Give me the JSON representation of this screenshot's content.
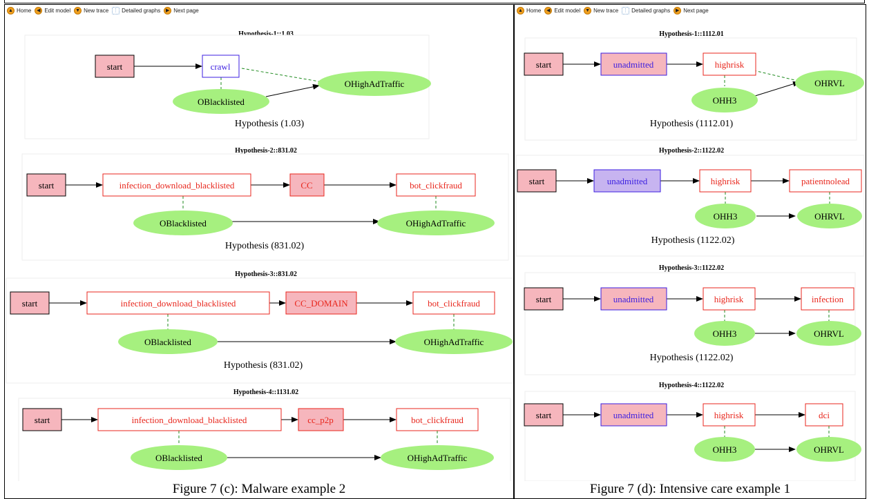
{
  "toolbar": {
    "home": "Home",
    "edit_model": "Edit model",
    "new_trace": "New trace",
    "detailed_graphs": "Detailed graphs",
    "next_page": "Next page"
  },
  "colors": {
    "start_fill": "#f6b6bd",
    "edge_red": "#e8261c",
    "blue": "#3b1ee0",
    "obs_fill": "#a6f07f",
    "dashed": "#1e8a1e"
  },
  "left": {
    "caption": "Figure 7 (c): Malware example 2",
    "hypotheses": [
      {
        "title": "Hypothesis-1::1.03",
        "label": "Hypothesis (1.03)",
        "states": [
          "start",
          "crawl"
        ],
        "observations": [
          "OBlacklisted",
          "OHighAdTraffic"
        ]
      },
      {
        "title": "Hypothesis-2::831.02",
        "label": "Hypothesis (831.02)",
        "states": [
          "start",
          "infection_download_blacklisted",
          "CC",
          "bot_clickfraud"
        ],
        "observations": [
          "OBlacklisted",
          "OHighAdTraffic"
        ]
      },
      {
        "title": "Hypothesis-3::831.02",
        "label": "Hypothesis (831.02)",
        "states": [
          "start",
          "infection_download_blacklisted",
          "CC_DOMAIN",
          "bot_clickfraud"
        ],
        "observations": [
          "OBlacklisted",
          "OHighAdTraffic"
        ]
      },
      {
        "title": "Hypothesis-4::1131.02",
        "label": "",
        "states": [
          "start",
          "infection_download_blacklisted",
          "cc_p2p",
          "bot_clickfraud"
        ],
        "observations": [
          "OBlacklisted",
          "OHighAdTraffic"
        ]
      }
    ]
  },
  "right": {
    "caption": "Figure 7 (d): Intensive care example 1",
    "hypotheses": [
      {
        "title": "Hypothesis-1::1112.01",
        "label": "Hypothesis (1112.01)",
        "states": [
          "start",
          "unadmitted",
          "highrisk"
        ],
        "observations": [
          "OHH3",
          "OHRVL"
        ]
      },
      {
        "title": "Hypothesis-2::1122.02",
        "label": "Hypothesis (1122.02)",
        "states": [
          "start",
          "unadmitted",
          "highrisk",
          "patientnolead"
        ],
        "observations": [
          "OHH3",
          "OHRVL"
        ]
      },
      {
        "title": "Hypothesis-3::1122.02",
        "label": "Hypothesis (1122.02)",
        "states": [
          "start",
          "unadmitted",
          "highrisk",
          "infection"
        ],
        "observations": [
          "OHH3",
          "OHRVL"
        ]
      },
      {
        "title": "Hypothesis-4::1122.02",
        "label": "",
        "states": [
          "start",
          "unadmitted",
          "highrisk",
          "dci"
        ],
        "observations": [
          "OHH3",
          "OHRVL"
        ]
      }
    ]
  }
}
